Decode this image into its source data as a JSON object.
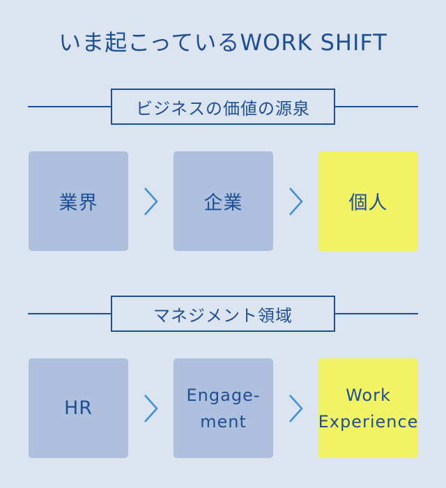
{
  "title": "いま起こっているWORK SHIFT",
  "sections": [
    {
      "label": "ビジネスの価値の源泉",
      "steps": [
        "業界",
        "企業",
        "個人"
      ]
    },
    {
      "label": "マネジメント領域",
      "steps": [
        "HR",
        "Engage-\nment",
        "Work\nExperience"
      ]
    }
  ],
  "colors": {
    "background": "#dce4ef",
    "text": "#1f4f93",
    "box_normal": "#aec0dd",
    "box_highlight": "#f1f364",
    "arrow": "#3a8fd6"
  },
  "icons": {
    "arrow": "chevron-right-icon"
  }
}
